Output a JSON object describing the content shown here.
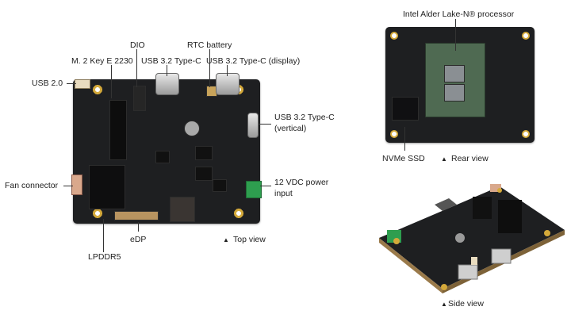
{
  "top_view": {
    "caption": "Top view",
    "labels": {
      "usb20": "USB 2.0",
      "m2": "M. 2 Key E 2230",
      "dio": "DIO",
      "usb32c": "USB 3.2 Type-C",
      "rtc": "RTC battery",
      "usb32c_display": "USB 3.2 Type-C (display)",
      "usb32c_vertical_1": "USB 3.2 Type-C",
      "usb32c_vertical_2": "(vertical)",
      "fan": "Fan connector",
      "power_1": "12 VDC power",
      "power_2": "input",
      "lpddr5": "LPDDR5",
      "edp": "eDP"
    }
  },
  "rear_view": {
    "caption": "Rear view",
    "labels": {
      "processor": "Intel Alder Lake-N® processor",
      "nvme": "NVMe SSD"
    }
  },
  "side_view": {
    "caption": "Side view"
  },
  "colors": {
    "pcb": "#1e1f21",
    "gold": "#d4a93a",
    "connector_green": "#2e9e4f",
    "heatspreader": "#8a8f93"
  },
  "icons": {
    "caption_marker": "triangle-up-icon"
  }
}
